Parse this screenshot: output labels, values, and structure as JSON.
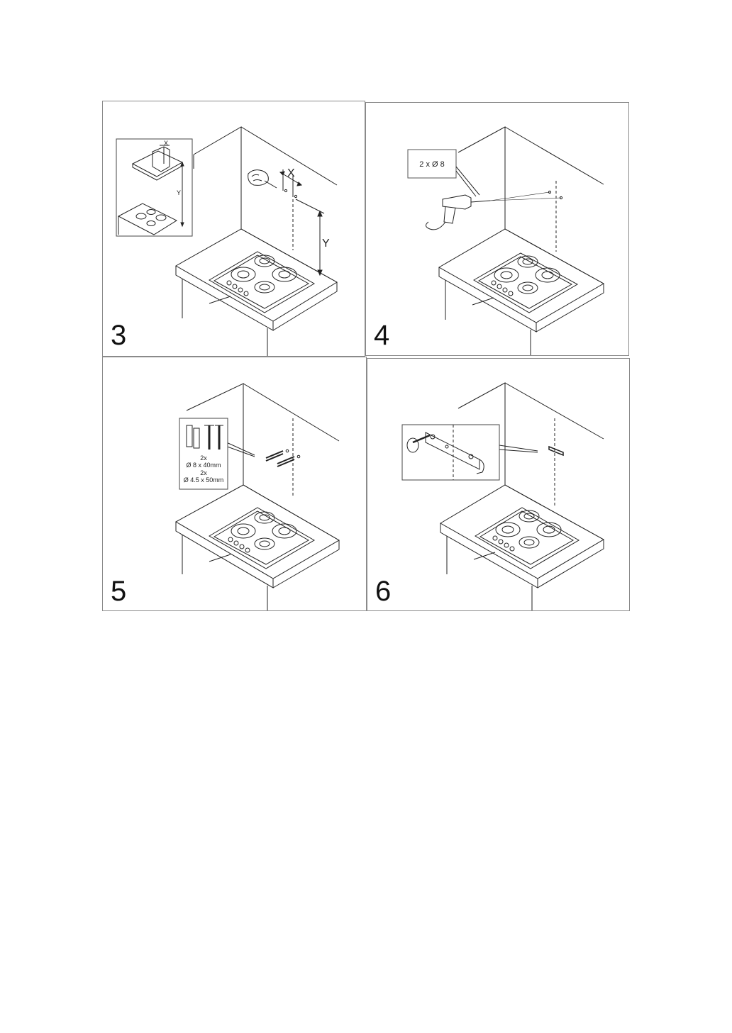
{
  "steps": [
    {
      "number": "3",
      "labels": {
        "x_small": "X",
        "y_small": "Y",
        "x_large": "X",
        "y_large": "Y"
      }
    },
    {
      "number": "4",
      "callout": "2 x Ø 8"
    },
    {
      "number": "5",
      "kit": {
        "qty1": "2x",
        "size1": "Ø 8 x 40mm",
        "qty2": "2x",
        "size2": "Ø 4.5 x 50mm"
      }
    },
    {
      "number": "6"
    }
  ]
}
